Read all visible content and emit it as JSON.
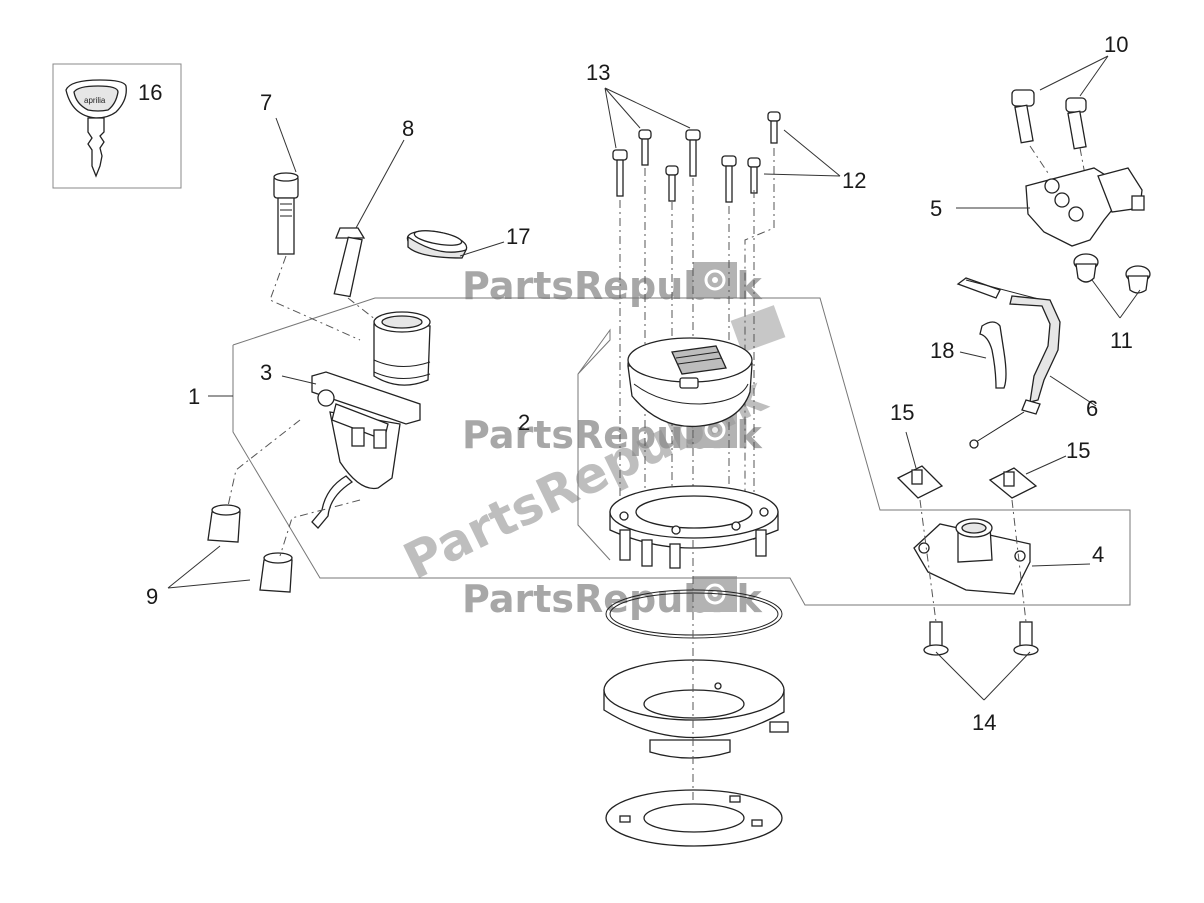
{
  "callouts": {
    "c1": "1",
    "c2": "2",
    "c3": "3",
    "c4": "4",
    "c5": "5",
    "c6": "6",
    "c7": "7",
    "c8": "8",
    "c9": "9",
    "c10": "10",
    "c11": "11",
    "c12": "12",
    "c13": "13",
    "c14": "14",
    "c15a": "15",
    "c15b": "15",
    "c16": "16",
    "c17": "17",
    "c18": "18"
  },
  "watermark": {
    "text": "PartsRepublik",
    "diagonal_text": "PartsRepublik"
  },
  "key_brand": "aprilia"
}
